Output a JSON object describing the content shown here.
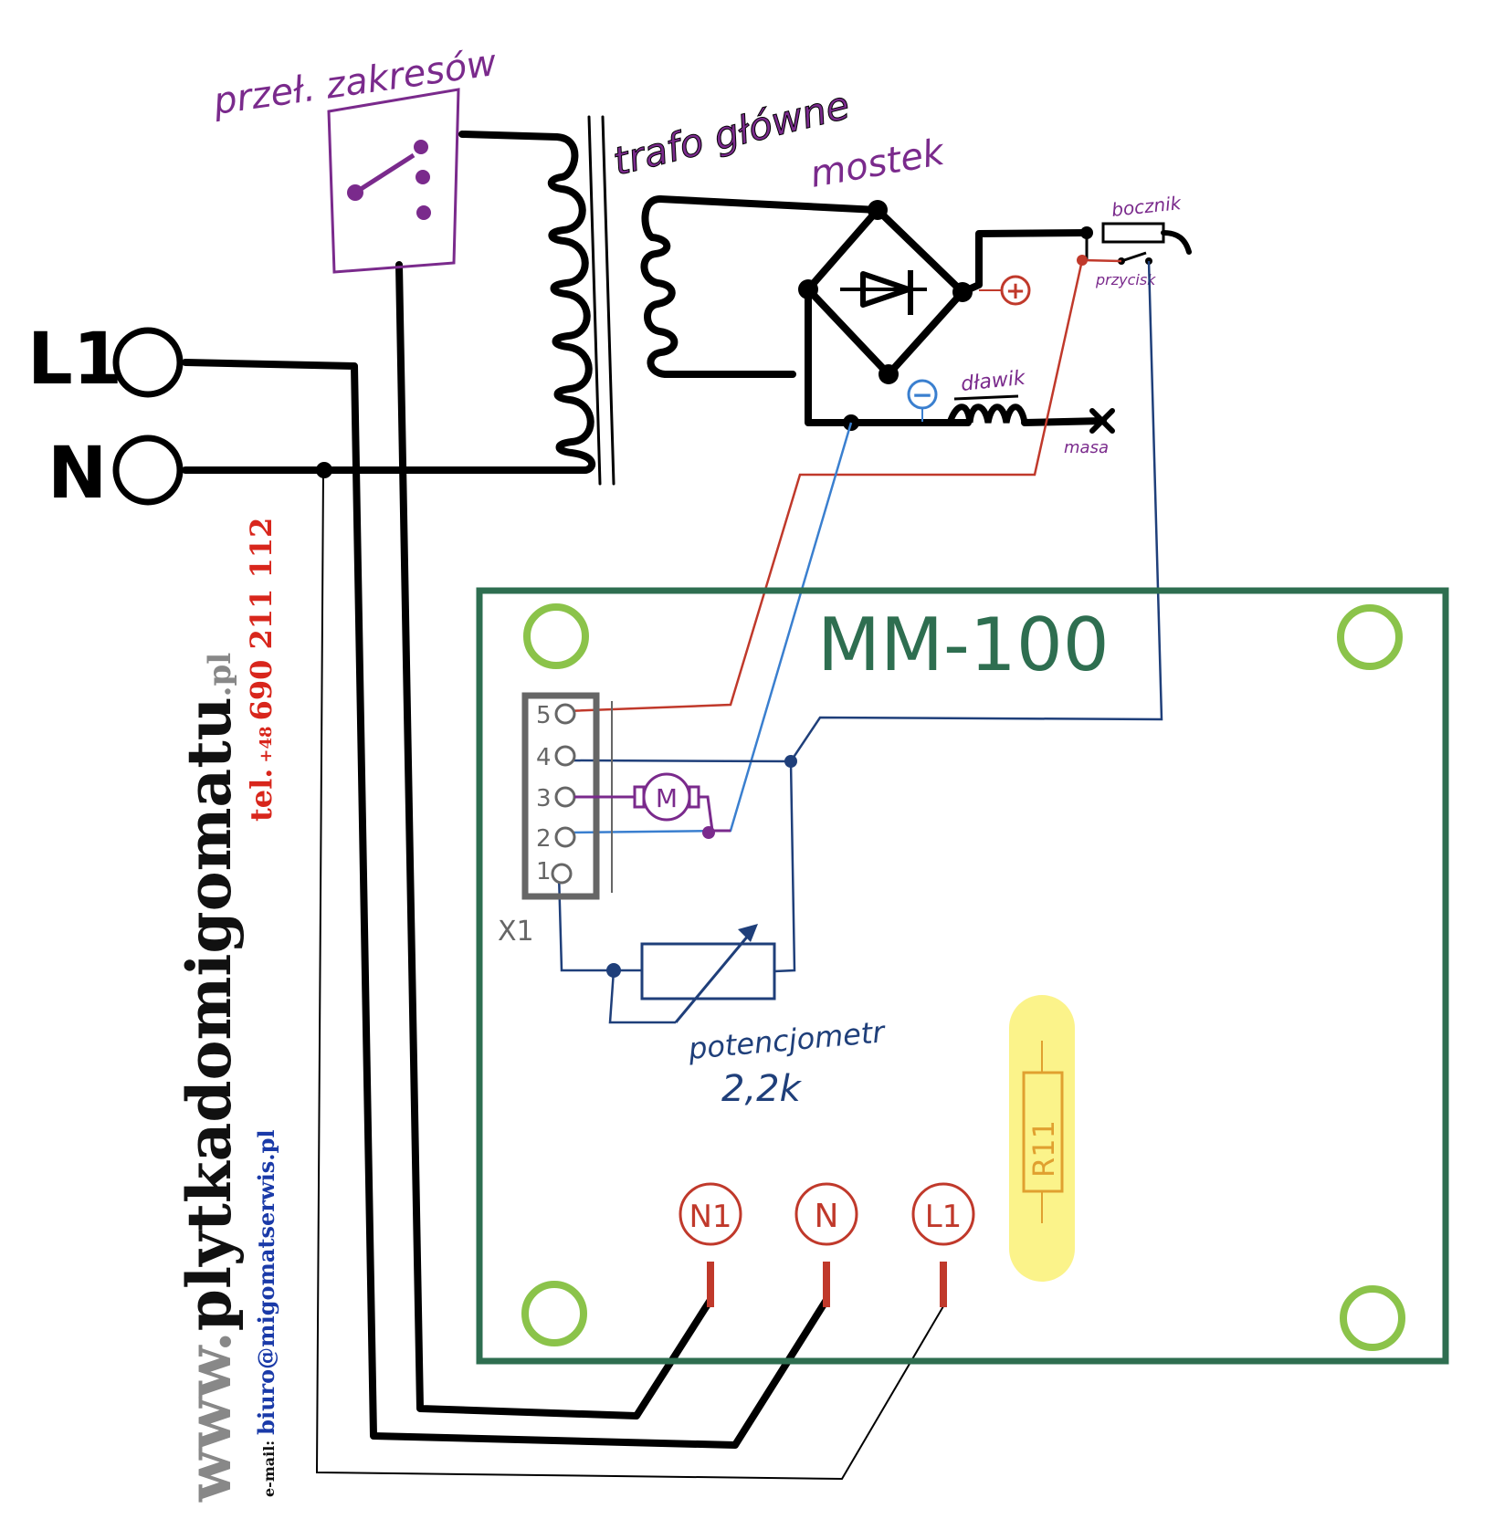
{
  "terminals": {
    "l1": "L1",
    "n": "N"
  },
  "labels": {
    "switch": "przeł. zakresów",
    "transformer": "trafo główne",
    "bridge": "mostek",
    "shunt": "bocznik",
    "button": "przycisk",
    "choke": "dławik",
    "ground": "masa",
    "plus": "+",
    "minus": "−"
  },
  "board": {
    "title": "MM-100",
    "connector": "X1",
    "pins": [
      "5",
      "4",
      "3",
      "2",
      "1"
    ],
    "motor": "M",
    "potentiometer_label": "potencjometr",
    "potentiometer_value": "2,2k",
    "resistor": "R11",
    "terminals": [
      "N1",
      "N",
      "L1"
    ]
  },
  "watermark": {
    "site_prefix": "www.",
    "site_main": "plytkadomigomatu",
    "site_suffix": ".pl",
    "tel_label": "tel.",
    "tel_prefix": "+48",
    "tel_number": "690 211 112",
    "email_label": "e-mail:",
    "email": "biuro@migomatserwis.pl"
  },
  "colors": {
    "wire": "#000000",
    "board": "#2e6e50",
    "board_text": "#2e6e50",
    "mount_holes": "#8bc34a",
    "red_wire": "#c0392b",
    "blue_wire": "#3a7fcf",
    "navy_wire": "#1f3f7a",
    "purple": "#7a2a8c",
    "highlight": "#fbf38a",
    "resistor": "#e0a030",
    "watermark_site": "#111111",
    "watermark_tel": "#d8261c",
    "watermark_email": "#1a3aa8",
    "watermark_gray": "#888888"
  }
}
